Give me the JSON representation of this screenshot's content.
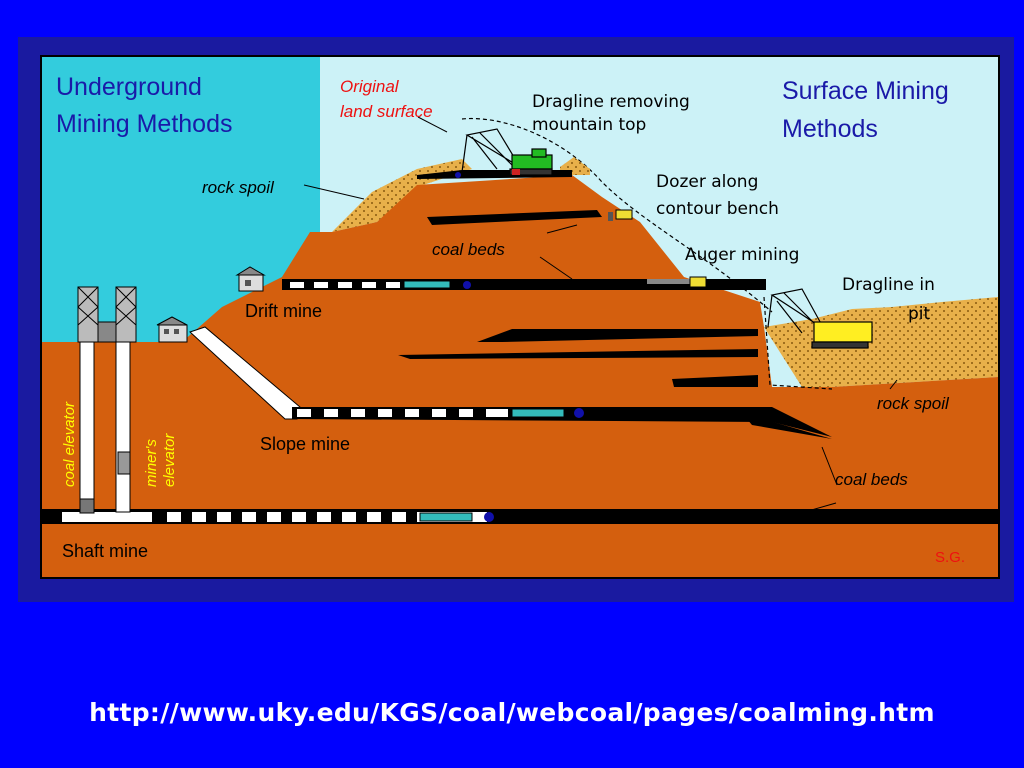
{
  "titles": {
    "underground": [
      "Underground",
      "Mining  Methods"
    ],
    "surface": [
      "Surface Mining",
      "Methods"
    ]
  },
  "labels": {
    "original_land_surface": [
      "Original",
      "land surface"
    ],
    "dragline_removing": [
      "Dragline  removing",
      "mountain  top"
    ],
    "dozer": [
      "Dozer  along",
      "contour  bench"
    ],
    "auger": "Auger  mining",
    "dragline_pit": [
      "Dragline in",
      "pit"
    ],
    "rock_spoil_left": "rock spoil",
    "rock_spoil_right": "rock spoil",
    "coal_beds_upper": "coal  beds",
    "coal_beds_lower": "coal  beds",
    "drift_mine": "Drift mine",
    "slope_mine": "Slope mine",
    "shaft_mine": "Shaft mine",
    "coal_elevator": "coal elevator",
    "miners_elevator": [
      "miner's",
      "elevator"
    ],
    "signature": "S.G."
  },
  "footer": {
    "url": "http://www.uky.edu/KGS/coal/webcoal/pages/coalming.htm"
  },
  "colors": {
    "background": "#0000ff",
    "sky_left": "#33ccdd",
    "sky_right": "#ccf2f7",
    "earth": "#d45f0e",
    "spoil": "#e8b04a",
    "coal": "#000000",
    "title_blue": "#1a1aa8",
    "accent_red": "#ee1111",
    "label_yellow": "#ffff00"
  }
}
